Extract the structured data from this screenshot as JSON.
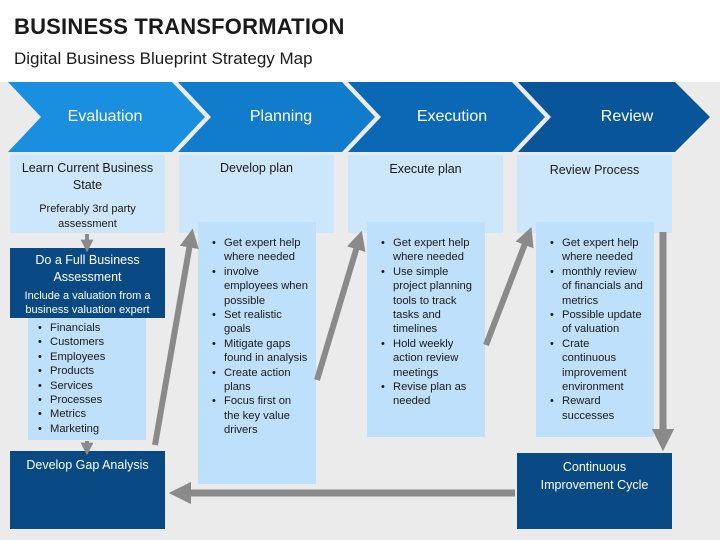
{
  "header": {
    "title": "BUSINESS TRANSFORMATION",
    "subtitle": "Digital Business Blueprint Strategy Map"
  },
  "phases": [
    {
      "label": "Evaluation",
      "color": "#1a8fe0"
    },
    {
      "label": "Planning",
      "color": "#127ccc"
    },
    {
      "label": "Execution",
      "color": "#0b68b5"
    },
    {
      "label": "Review",
      "color": "#08559a"
    }
  ],
  "evaluation": {
    "learn_title": "Learn Current Business State",
    "learn_note": "Preferably 3rd party assessment",
    "assessment_title": "Do a Full Business Assessment",
    "assessment_note": "Include a valuation from a business valuation expert",
    "assessment_items": [
      "Financials",
      "Customers",
      "Employees",
      "Products",
      "Services",
      "Processes",
      "Metrics",
      "Marketing"
    ],
    "gap_title": "Develop Gap Analysis"
  },
  "planning": {
    "header": "Develop plan",
    "items": [
      "Get expert help where needed",
      "involve employees when possible",
      "Set realistic goals",
      "Mitigate gaps found in analysis",
      "Create action plans",
      "Focus first on the key value drivers"
    ]
  },
  "execution": {
    "header": "Execute plan",
    "items": [
      "Get expert help where needed",
      "Use simple project planning tools to track tasks and timelines",
      "Hold weekly action review meetings",
      "Revise plan as needed"
    ]
  },
  "review": {
    "header": "Review Process",
    "items": [
      "Get expert help where needed",
      "monthly review of financials and metrics",
      "Possible update of valuation",
      "Crate continuous improvement environment",
      "Reward successes"
    ],
    "cycle_title": "Continuous Improvement Cycle"
  },
  "colors": {
    "dark_box": "#0a4a84",
    "light_box": "#cce6fb",
    "arrow_gray": "#8a8a8a"
  }
}
